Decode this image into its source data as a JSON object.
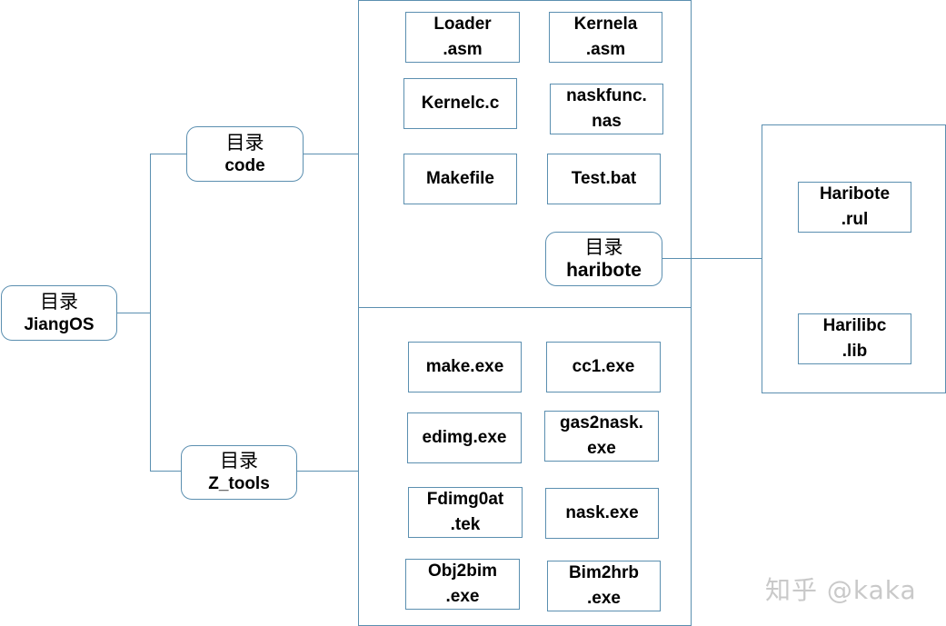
{
  "root": {
    "label_zh": "目录",
    "label_en": "JiangOS"
  },
  "code_dir": {
    "label_zh": "目录",
    "label_en": "code"
  },
  "z_tools_dir": {
    "label_zh": "目录",
    "label_en": "Z_tools"
  },
  "haribote_dir": {
    "label_zh": "目录",
    "label_en": "haribote"
  },
  "code_files": {
    "loader_asm": [
      "Loader",
      ".asm"
    ],
    "kernela_asm": [
      "Kernela",
      ".asm"
    ],
    "kernelc_c": [
      "Kernelc.c"
    ],
    "naskfunc_nas": [
      "naskfunc.",
      "nas"
    ],
    "makefile": [
      "Makefile"
    ],
    "test_bat": [
      "Test.bat"
    ]
  },
  "haribote_files": {
    "haribote_rul": [
      "Haribote",
      ".rul"
    ],
    "harilibc_lib": [
      "Harilibc",
      ".lib"
    ]
  },
  "z_tools_files": {
    "make_exe": [
      "make.exe"
    ],
    "cc1_exe": [
      "cc1.exe"
    ],
    "edimg_exe": [
      "edimg.exe"
    ],
    "gas2nask_exe": [
      "gas2nask.",
      "exe"
    ],
    "fdimg0at_tek": [
      "Fdimg0at",
      ".tek"
    ],
    "nask_exe": [
      "nask.exe"
    ],
    "obj2bim_exe": [
      "Obj2bim",
      ".exe"
    ],
    "bim2hrb_exe": [
      "Bim2hrb",
      ".exe"
    ]
  },
  "watermark": "知乎 @kaka",
  "colors": {
    "border": "#5b8fb0",
    "text": "#000000",
    "watermark": "#c9c9c9"
  }
}
